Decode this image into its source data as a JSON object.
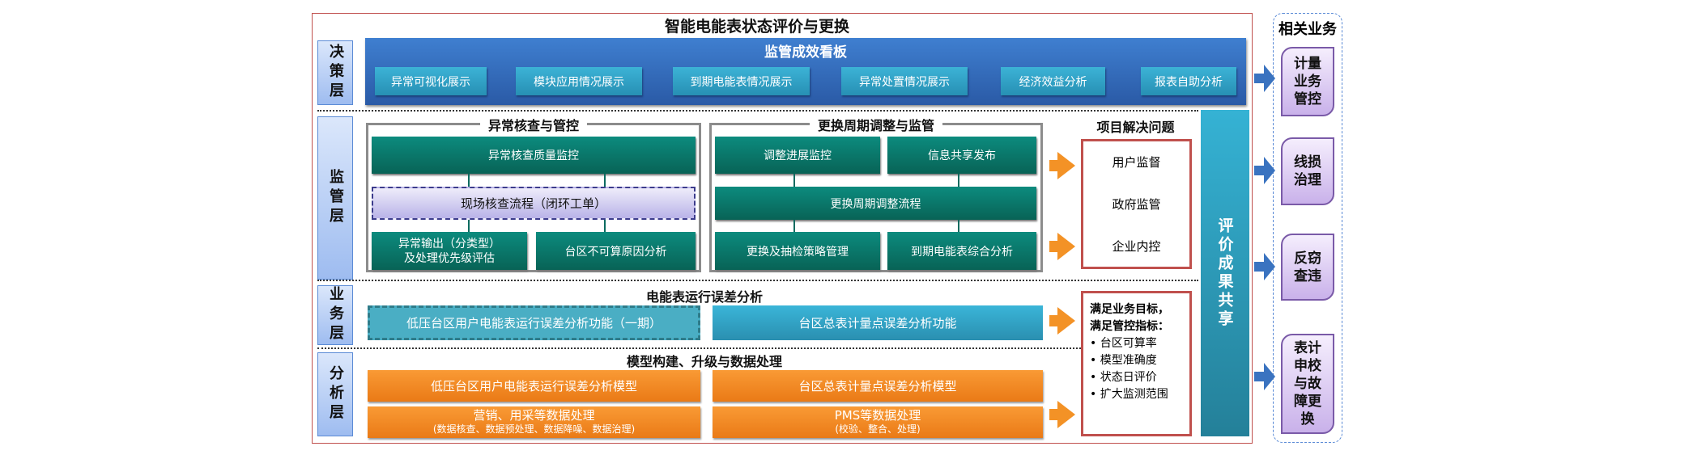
{
  "title": "智能电能表状态评价与更换",
  "layers": {
    "decision": "决策层",
    "supervision": "监管层",
    "business": "业务层",
    "analysis": "分析层"
  },
  "board": {
    "title": "监管成效看板",
    "buttons": [
      "异常可视化展示",
      "模块应用情况展示",
      "到期电能表情况展示",
      "异常处置情况展示",
      "经济效益分析",
      "报表自助分析"
    ]
  },
  "anomaly": {
    "title": "异常核查与管控",
    "top": "异常核查质量监控",
    "middle": "现场核查流程（闭环工单）",
    "bottom_left_1": "异常输出（分类型）",
    "bottom_left_2": "及处理优先级评估",
    "bottom_right": "台区不可算原因分析"
  },
  "cycle": {
    "title": "更换周期调整与监管",
    "top_left": "调整进展监控",
    "top_right": "信息共享发布",
    "middle": "更换周期调整流程",
    "bottom_left": "更换及抽检策略管理",
    "bottom_right": "到期电能表综合分析"
  },
  "problems": {
    "title": "项目解决问题",
    "items": [
      "用户监督",
      "政府监管",
      "企业内控"
    ]
  },
  "business": {
    "title": "电能表运行误差分析",
    "left": "低压台区用户电能表运行误差分析功能（一期）",
    "right": "台区总表计量点误差分析功能"
  },
  "analysis": {
    "title": "模型构建、升级与数据处理",
    "model_left": "低压台区用户电能表运行误差分析模型",
    "model_right": "台区总表计量点误差分析模型",
    "data_left": "营销、用采等数据处理",
    "data_left_sub": "(数据核查、数据预处理、数据降噪、数据治理)",
    "data_right": "PMS等数据处理",
    "data_right_sub": "(校验、整合、处理)"
  },
  "goals": {
    "line1": "满足业务目标，",
    "line2": "满足管控指标：",
    "items": [
      "台区可算率",
      "模型准确度",
      "状态日评价",
      "扩大监测范围"
    ]
  },
  "share": "评价成果共享",
  "related": {
    "title": "相关业务",
    "items": [
      "计量业务管控",
      "线损治理",
      "反窃查违",
      "表计申校与故障更换"
    ]
  }
}
